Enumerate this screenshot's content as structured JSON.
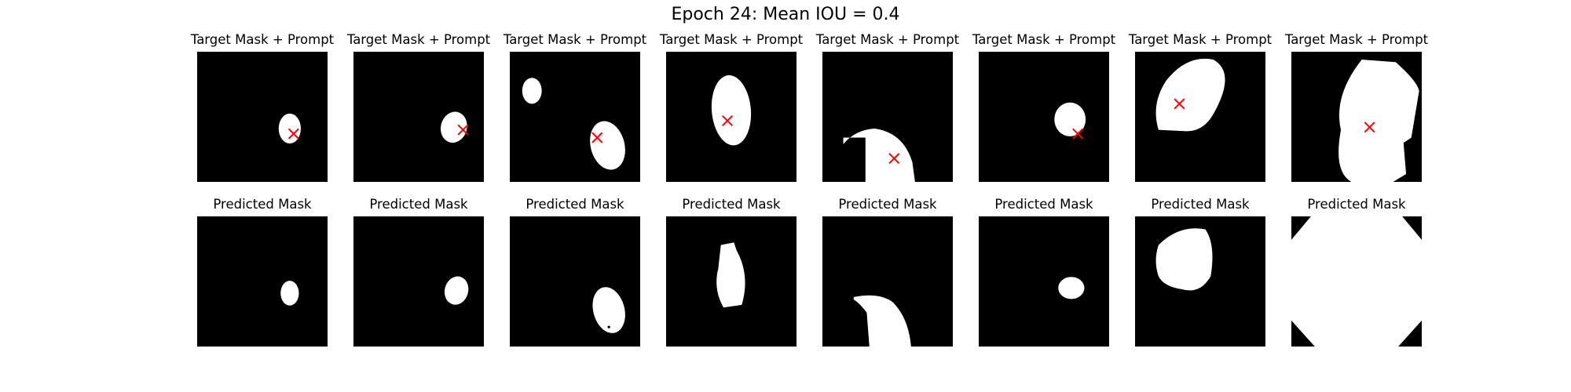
{
  "title": "Epoch 24: Mean IOU = 0.4",
  "row_titles": {
    "target": "Target Mask + Prompt",
    "predicted": "Predicted Mask"
  },
  "colors": {
    "background": "#000000",
    "mask": "#ffffff",
    "prompt_marker": "#ff0000"
  },
  "prompt_marker_icon": "x-mark-icon",
  "panels_per_row": 8
}
